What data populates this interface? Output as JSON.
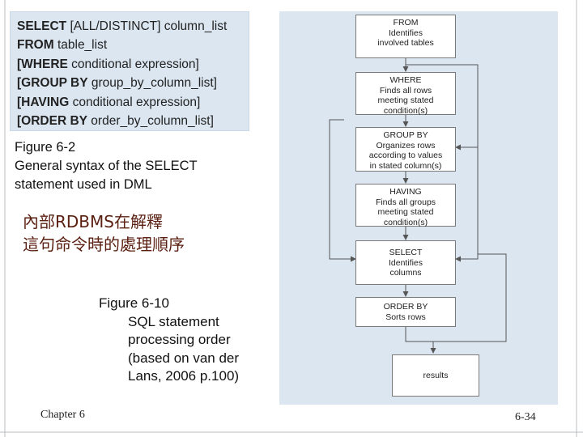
{
  "syntax": {
    "lines": [
      {
        "kw": "SELECT",
        "rest": " [ALL/DISTINCT] column_list"
      },
      {
        "kw": "FROM",
        "rest": " table_list"
      },
      {
        "kw": "[WHERE",
        "rest": " conditional expression]"
      },
      {
        "kw": "[GROUP BY",
        "rest": " group_by_column_list]"
      },
      {
        "kw": "[HAVING",
        "rest": " conditional expression]"
      },
      {
        "kw": "[ORDER BY",
        "rest": " order_by_column_list]"
      }
    ]
  },
  "caption_6_2": {
    "line1": "Figure 6-2",
    "line2": "General syntax of the SELECT",
    "line3": "statement used in DML"
  },
  "chinese_note": {
    "line1": "內部RDBMS在解釋",
    "line2": "這句命令時的處理順序"
  },
  "caption_6_10": {
    "line1": "Figure 6-10",
    "line2": "SQL statement",
    "line3": "processing order",
    "line4": "(based on van der",
    "line5": "Lans, 2006 p.100)"
  },
  "flow": {
    "from": {
      "title": "FROM",
      "desc": "Identifies\ninvolved tables"
    },
    "where": {
      "title": "WHERE",
      "desc": "Finds all rows\nmeeting stated\ncondition(s)"
    },
    "group_by": {
      "title": "GROUP BY",
      "desc": "Organizes rows\naccording to values\nin stated column(s)"
    },
    "having": {
      "title": "HAVING",
      "desc": "Finds all groups\nmeeting stated\ncondition(s)"
    },
    "select": {
      "title": "SELECT",
      "desc": "Identifies\ncolumns"
    },
    "order_by": {
      "title": "ORDER BY",
      "desc": "Sorts rows"
    },
    "results": {
      "title": "results",
      "desc": ""
    }
  },
  "footer": {
    "chapter": "Chapter 6",
    "page": "6-34"
  },
  "colors": {
    "panel_bg": "#dbe6f1",
    "chinese_text": "#5a1f10",
    "frame": "#9aa0a6"
  }
}
